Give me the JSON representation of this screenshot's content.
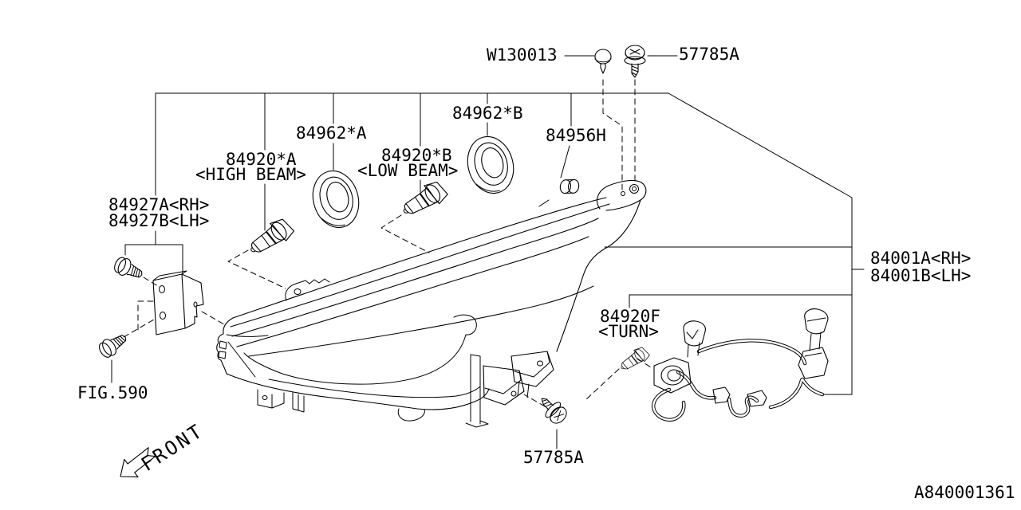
{
  "page": {
    "background": "#ffffff",
    "line_color": "#000000",
    "kind": "exploded parts diagram - headlamp assembly"
  },
  "callouts": {
    "w130013": "W130013",
    "screw_top": "57785A",
    "seal_b": "84962*B",
    "grommet": "84956H",
    "seal_a": "84962*A",
    "bulb_high": "84920*A",
    "bulb_high_note": "<HIGH BEAM>",
    "bulb_low": "84920*B",
    "bulb_low_note": "<LOW BEAM>",
    "bracket_rh": "84927A<RH>",
    "bracket_lh": "84927B<LH>",
    "assembly_rh": "84001A<RH>",
    "assembly_lh": "84001B<LH>",
    "bulb_turn": "84920F",
    "bulb_turn_note": "<TURN>",
    "fig_ref": "FIG.590",
    "screw_bottom": "57785A",
    "front_label": "FRONT",
    "doc_number": "A840001361"
  }
}
